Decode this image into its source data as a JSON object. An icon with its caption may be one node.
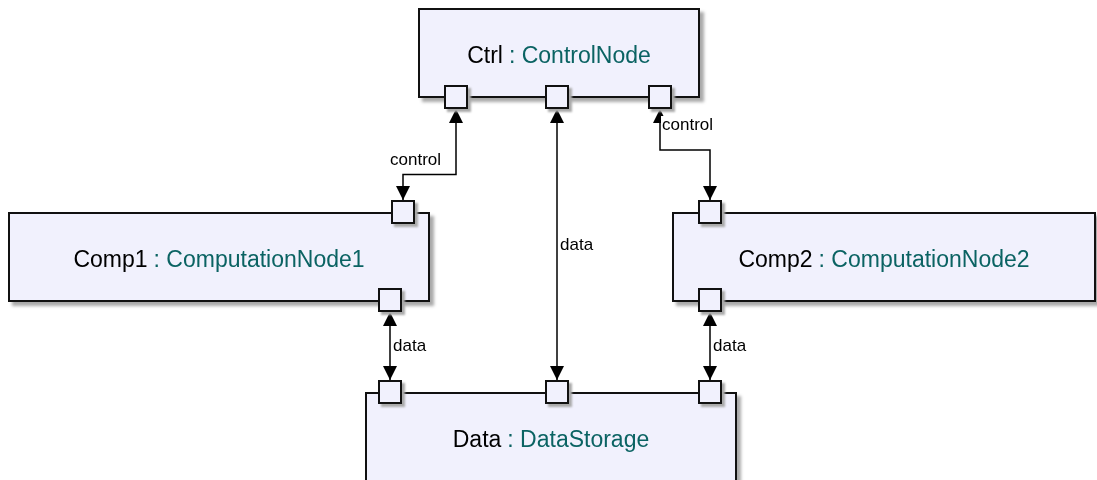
{
  "diagram": {
    "nodes": [
      {
        "text": [
          "Ctrl",
          ": ControlNode"
        ]
      },
      {
        "text": [],
        "shape": "box"
      },
      {
        "text": [],
        "shape": "box"
      },
      {
        "text": [],
        "shape": "box"
      },
      {
        "text": [
          "Comp1",
          ": ComputationNode1"
        ]
      },
      {
        "text": [],
        "shape": "box"
      },
      {
        "text": [],
        "shape": "box"
      },
      {
        "text": [
          "Comp2",
          ": ComputationNode2"
        ]
      },
      {
        "text": [],
        "shape": "box"
      },
      {
        "text": [],
        "shape": "box"
      },
      {
        "text": [
          "Data",
          ": DataStorage"
        ]
      },
      {
        "text": [],
        "shape": "box"
      },
      {
        "text": [],
        "shape": "box"
      },
      {
        "text": [],
        "shape": "box"
      }
    ],
    "edges": [
      {
        "from": 1,
        "to": 5,
        "arrow": "both",
        "label": "control"
      },
      {
        "from": 2,
        "to": 12,
        "arrow": "both",
        "label": "data"
      },
      {
        "from": 3,
        "to": 8,
        "arrow": "both",
        "label": "control"
      },
      {
        "from": 6,
        "to": 11,
        "arrow": "both",
        "label": "data"
      },
      {
        "from": 9,
        "to": 13,
        "arrow": "both",
        "label": "data"
      }
    ]
  }
}
